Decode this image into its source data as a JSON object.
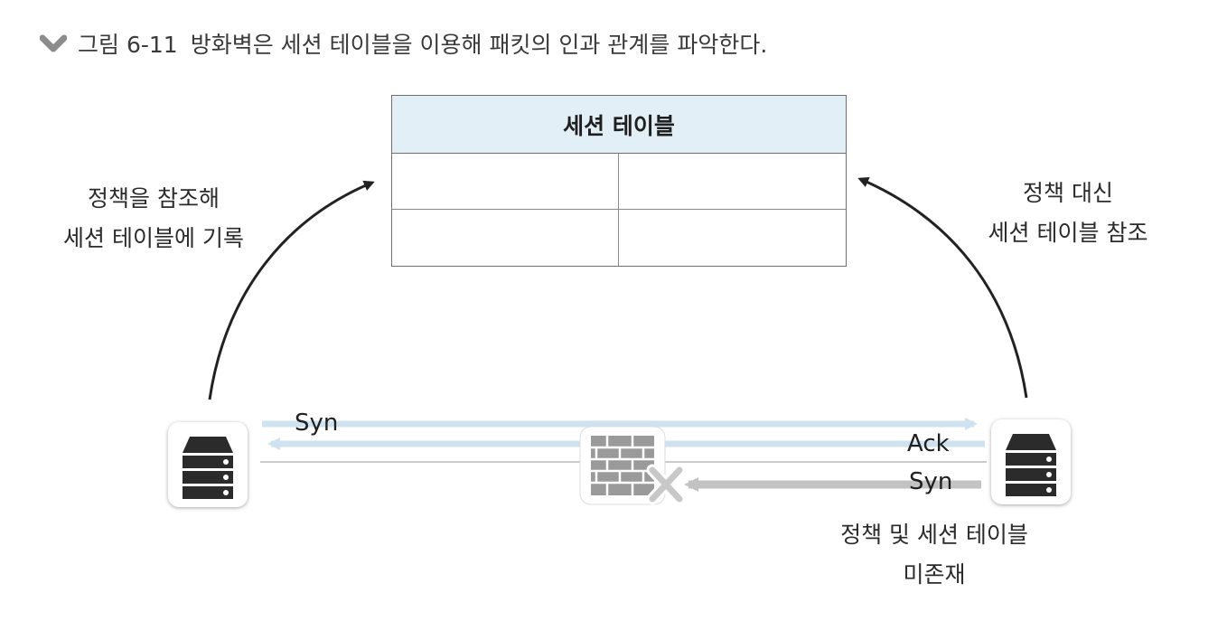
{
  "caption": {
    "figure_label": "그림 6-11",
    "text_before": "방화벽은 세션 테이블을 이용해 ",
    "text_highlight": "패킷의 인과 관계를 파",
    "text_after": "악한다.",
    "highlight_color": "#7de646"
  },
  "session_table": {
    "title": "세션 테이블",
    "header_color": "#e3eff7"
  },
  "labels": {
    "left_line1": "정책을 참조해",
    "left_line2": "세션 테이블에 기록",
    "right_line1": "정책 대신",
    "right_line2": "세션 테이블 참조",
    "bottom_line1": "정책 및 세션 테이블",
    "bottom_line2": "미존재"
  },
  "messages": {
    "syn_top": "Syn",
    "ack": "Ack",
    "syn_bottom": "Syn"
  },
  "icons": {
    "caption_marker": "chevron-down-icon",
    "client": "server-icon",
    "firewall": "firewall-icon",
    "blocked": "blocked-x-icon",
    "server": "server-icon"
  },
  "colors": {
    "arrow_light_blue": "#cfe2f0",
    "arrow_gray": "#c8c8c8",
    "curve": "#222222"
  }
}
